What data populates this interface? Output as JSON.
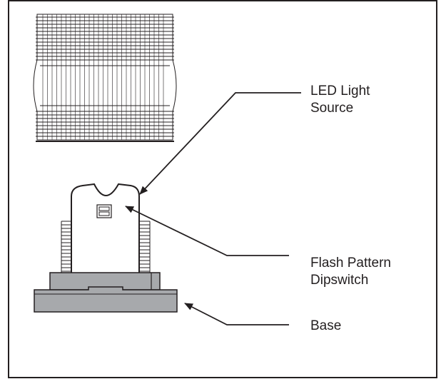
{
  "diagram": {
    "labels": {
      "led_light_source": [
        "LED Light",
        "Source"
      ],
      "flash_pattern_dipswitch": [
        "Flash Pattern",
        "Dipswitch"
      ],
      "base": [
        "Base"
      ]
    },
    "colors": {
      "stroke": "#231f20",
      "base_fill": "#a7a9ac",
      "background": "#ffffff"
    }
  }
}
